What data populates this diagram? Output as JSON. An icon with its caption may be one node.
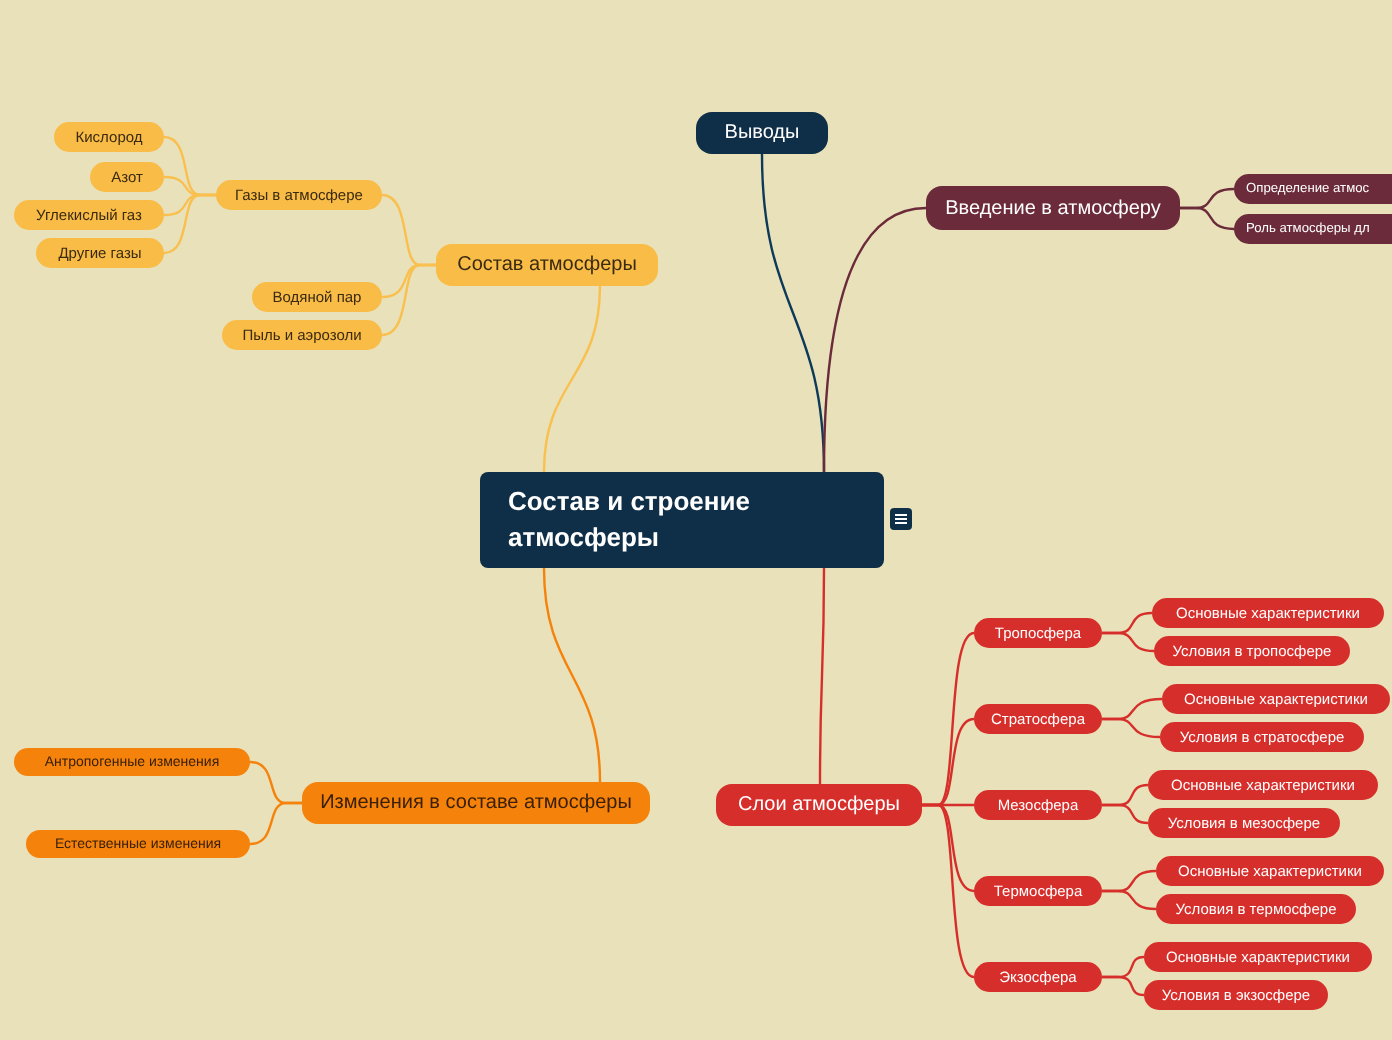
{
  "diagram": {
    "nodes": [
      {
        "text": [
          "Состав и строение атмосферы"
        ]
      },
      {
        "text": [
          "Выводы"
        ]
      },
      {
        "text": [
          "Введение в атмосферу"
        ]
      },
      {
        "text": [
          "Определение атмос"
        ]
      },
      {
        "text": [
          "Роль атмосферы дл"
        ]
      },
      {
        "text": [
          "Состав атмосферы"
        ]
      },
      {
        "text": [
          "Газы в атмосфере"
        ]
      },
      {
        "text": [
          "Кислород"
        ]
      },
      {
        "text": [
          "Азот"
        ]
      },
      {
        "text": [
          "Углекислый газ"
        ]
      },
      {
        "text": [
          "Другие газы"
        ]
      },
      {
        "text": [
          "Водяной пар"
        ]
      },
      {
        "text": [
          "Пыль и аэрозоли"
        ]
      },
      {
        "text": [
          "Изменения в составе атмосферы"
        ]
      },
      {
        "text": [
          "Антропогенные изменения"
        ]
      },
      {
        "text": [
          "Естественные изменения"
        ]
      },
      {
        "text": [
          "Слои атмосферы"
        ]
      },
      {
        "text": [
          "Тропосфера"
        ]
      },
      {
        "text": [
          "Основные характеристики"
        ]
      },
      {
        "text": [
          "Условия в тропосфере"
        ]
      },
      {
        "text": [
          "Стратосфера"
        ]
      },
      {
        "text": [
          "Основные характеристики"
        ]
      },
      {
        "text": [
          "Условия в стратосфере"
        ]
      },
      {
        "text": [
          "Мезосфера"
        ]
      },
      {
        "text": [
          "Основные характеристики"
        ]
      },
      {
        "text": [
          "Условия в мезосфере"
        ]
      },
      {
        "text": [
          "Термосфера"
        ]
      },
      {
        "text": [
          "Основные характеристики"
        ]
      },
      {
        "text": [
          "Условия в термосфере"
        ]
      },
      {
        "text": [
          "Экзосфера"
        ]
      },
      {
        "text": [
          "Основные характеристики"
        ]
      },
      {
        "text": [
          "Условия в экзосфере"
        ]
      }
    ],
    "edges": [
      {
        "from": 0,
        "to": 1,
        "arrow": "none",
        "color": "#0e3a5a"
      },
      {
        "from": 0,
        "to": 2,
        "arrow": "none",
        "color": "#6b2b3b"
      },
      {
        "from": 2,
        "to": 3,
        "arrow": "none",
        "color": "#6b2b3b"
      },
      {
        "from": 2,
        "to": 4,
        "arrow": "none",
        "color": "#6b2b3b"
      },
      {
        "from": 0,
        "to": 5,
        "arrow": "none",
        "color": "#f9c04f"
      },
      {
        "from": 5,
        "to": 6,
        "arrow": "none",
        "color": "#f9c04f"
      },
      {
        "from": 6,
        "to": 7,
        "arrow": "none",
        "color": "#f9c04f"
      },
      {
        "from": 6,
        "to": 8,
        "arrow": "none",
        "color": "#f9c04f"
      },
      {
        "from": 6,
        "to": 9,
        "arrow": "none",
        "color": "#f9c04f"
      },
      {
        "from": 6,
        "to": 10,
        "arrow": "none",
        "color": "#f9c04f"
      },
      {
        "from": 5,
        "to": 11,
        "arrow": "none",
        "color": "#f9c04f"
      },
      {
        "from": 5,
        "to": 12,
        "arrow": "none",
        "color": "#f9c04f"
      },
      {
        "from": 0,
        "to": 13,
        "arrow": "none",
        "color": "#f5820b"
      },
      {
        "from": 13,
        "to": 14,
        "arrow": "none",
        "color": "#f5820b"
      },
      {
        "from": 13,
        "to": 15,
        "arrow": "none",
        "color": "#f5820b"
      },
      {
        "from": 0,
        "to": 16,
        "arrow": "none"
      },
      {
        "from": 16,
        "to": 17,
        "arrow": "none"
      },
      {
        "from": 17,
        "to": 18,
        "arrow": "none"
      },
      {
        "from": 17,
        "to": 19,
        "arrow": "none"
      },
      {
        "from": 16,
        "to": 20,
        "arrow": "none"
      },
      {
        "from": 20,
        "to": 21,
        "arrow": "none"
      },
      {
        "from": 20,
        "to": 22,
        "arrow": "none"
      },
      {
        "from": 16,
        "to": 23,
        "arrow": "none"
      },
      {
        "from": 23,
        "to": 24,
        "arrow": "none"
      },
      {
        "from": 23,
        "to": 25,
        "arrow": "none"
      },
      {
        "from": 16,
        "to": 26,
        "arrow": "none"
      },
      {
        "from": 26,
        "to": 27,
        "arrow": "none"
      },
      {
        "from": 26,
        "to": 28,
        "arrow": "none"
      },
      {
        "from": 16,
        "to": 29,
        "arrow": "none"
      },
      {
        "from": 29,
        "to": 30,
        "arrow": "none"
      },
      {
        "from": 29,
        "to": 31,
        "arrow": "none"
      }
    ]
  }
}
